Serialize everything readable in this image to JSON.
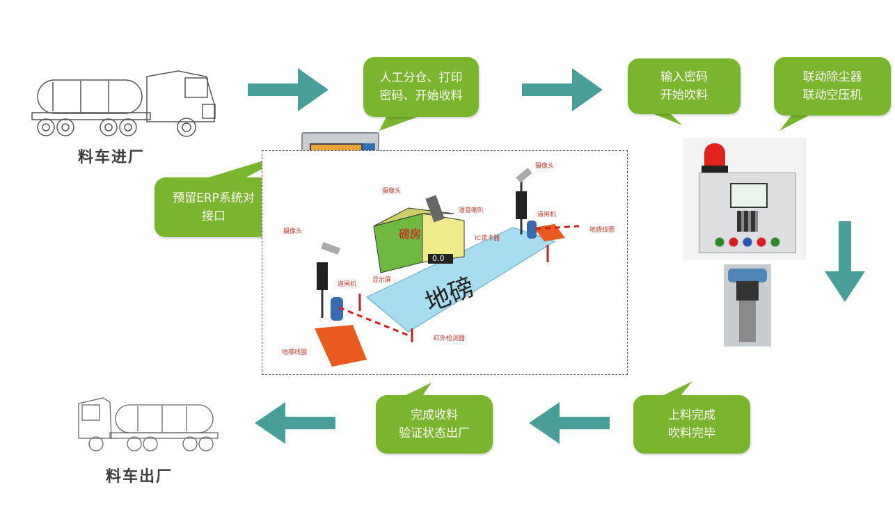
{
  "labels": {
    "truck_in": "料车进厂",
    "truck_out": "料车出厂"
  },
  "bubbles": {
    "sort_print": [
      "人工分仓、打印",
      "密码、开始收料"
    ],
    "enter_password": [
      "输入密码",
      "开始吹料"
    ],
    "linkage": [
      "联动除尘器",
      "联动空压机"
    ],
    "erp": [
      "预留ERP系统对",
      "接口"
    ],
    "loading_done": [
      "上料完成",
      "吹料完毕"
    ],
    "receive_done": [
      "完成收料",
      "验证状态出厂"
    ]
  },
  "scale_scene": {
    "weighbridge": "地磅",
    "booth": "磅房",
    "display_value": "0.0",
    "annotations": {
      "camera": "摄像头",
      "barrier": "道闸机",
      "loop": "地感线圈",
      "ic_reader": "IC读卡器",
      "speaker": "语音喇叭",
      "screen": "显示屏",
      "infrared": "红外检测器"
    }
  },
  "colors": {
    "bubble_green": "#7ab52e",
    "arrow_teal": "#4a9e9a",
    "scale_blue": "#a8dcf0",
    "booth_green": "#6fb940",
    "loop_orange": "#e85a1e"
  }
}
